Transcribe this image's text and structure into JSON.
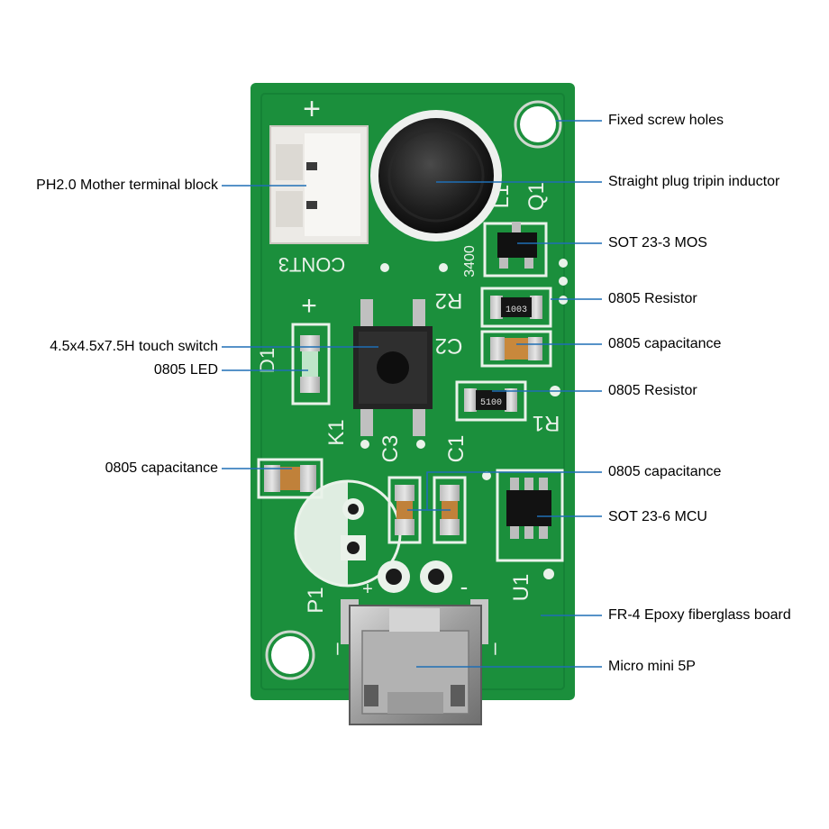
{
  "callouts": {
    "screw_holes": "Fixed screw holes",
    "inductor": "Straight plug tripin inductor",
    "mos": "SOT 23-3 MOS",
    "resistor_top": "0805 Resistor",
    "cap_right": "0805 capacitance",
    "resistor_bottom": "0805 Resistor",
    "cap_mid": "0805 capacitance",
    "mcu": "SOT 23-6 MCU",
    "board": "FR-4 Epoxy fiberglass board",
    "usb": "Micro mini 5P",
    "terminal": "PH2.0 Mother terminal block",
    "switch": "4.5x4.5x7.5H touch switch",
    "led": "0805 LED",
    "cap_left": "0805 capacitance"
  },
  "silkscreen": {
    "cont3": "CONT3",
    "plus_top": "+",
    "plus_led": "+",
    "l1": "L1",
    "q1": "Q1",
    "code_3400": "3400",
    "r2": "R2",
    "c2": "C2",
    "r1": "R1",
    "d1": "D1",
    "k1": "K1",
    "c3": "C3",
    "c1": "C1",
    "u1": "U1",
    "p1": "P1",
    "plus_p1": "+",
    "minus_p1": "-",
    "minus_usb_l": "–",
    "minus_usb_r": "–",
    "r2_code": "1003",
    "r1_code": "5100"
  },
  "colors": {
    "board": "#1b8f3c",
    "board_dark": "#0f6b2a",
    "silk": "#eaf2ea",
    "pad": "#cfcfcf",
    "leader": "#1f6fb5"
  }
}
